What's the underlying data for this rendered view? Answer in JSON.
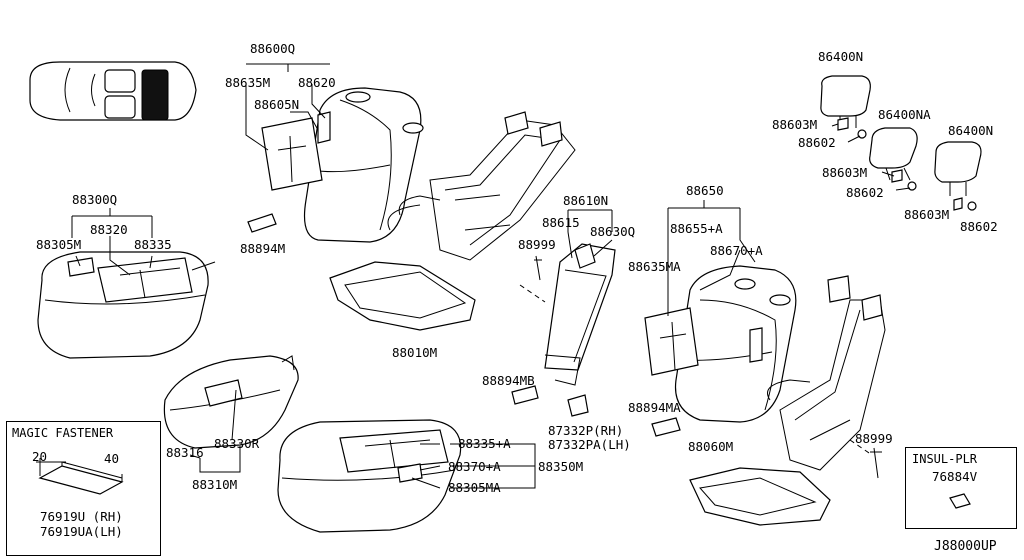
{
  "diagram_code": "J88000UP",
  "parts": [
    {
      "id": "p1",
      "label": "88600Q"
    },
    {
      "id": "p2",
      "label": "88635M"
    },
    {
      "id": "p3",
      "label": "88620"
    },
    {
      "id": "p4",
      "label": "88605N"
    },
    {
      "id": "p5",
      "label": "88894M"
    },
    {
      "id": "p6",
      "label": "88300Q"
    },
    {
      "id": "p7",
      "label": "88320"
    },
    {
      "id": "p8",
      "label": "88305M"
    },
    {
      "id": "p9",
      "label": "88335"
    },
    {
      "id": "p10",
      "label": "88010M"
    },
    {
      "id": "p11",
      "label": "88610N"
    },
    {
      "id": "p12",
      "label": "88615"
    },
    {
      "id": "p13",
      "label": "88630Q"
    },
    {
      "id": "p14",
      "label": "88999"
    },
    {
      "id": "p15",
      "label": "88894MB"
    },
    {
      "id": "p16",
      "label": "87332P(RH)"
    },
    {
      "id": "p17",
      "label": "87332PA(LH)"
    },
    {
      "id": "p18",
      "label": "88650"
    },
    {
      "id": "p19",
      "label": "88655+A"
    },
    {
      "id": "p20",
      "label": "88670+A"
    },
    {
      "id": "p21",
      "label": "88635MA"
    },
    {
      "id": "p22",
      "label": "88894MA"
    },
    {
      "id": "p23",
      "label": "88060M"
    },
    {
      "id": "p24",
      "label": "88999"
    },
    {
      "id": "p25",
      "label": "86400N"
    },
    {
      "id": "p26",
      "label": "88603M"
    },
    {
      "id": "p27",
      "label": "88602"
    },
    {
      "id": "p28",
      "label": "86400NA"
    },
    {
      "id": "p29",
      "label": "88603M"
    },
    {
      "id": "p30",
      "label": "88602"
    },
    {
      "id": "p31",
      "label": "86400N"
    },
    {
      "id": "p32",
      "label": "88603M"
    },
    {
      "id": "p33",
      "label": "88602"
    },
    {
      "id": "p34",
      "label": "88316"
    },
    {
      "id": "p35",
      "label": "88330R"
    },
    {
      "id": "p36",
      "label": "88310M"
    },
    {
      "id": "p37",
      "label": "88335+A"
    },
    {
      "id": "p38",
      "label": "88370+A"
    },
    {
      "id": "p39",
      "label": "88350M"
    },
    {
      "id": "p40",
      "label": "88305MA"
    }
  ],
  "magic_fastener": {
    "title": "MAGIC FASTENER",
    "dim_a": "20",
    "dim_b": "40",
    "part_rh": "76919U (RH)",
    "part_lh": "76919UA(LH)"
  },
  "insul_plr": {
    "title": "INSUL-PLR",
    "part": "76884V"
  }
}
